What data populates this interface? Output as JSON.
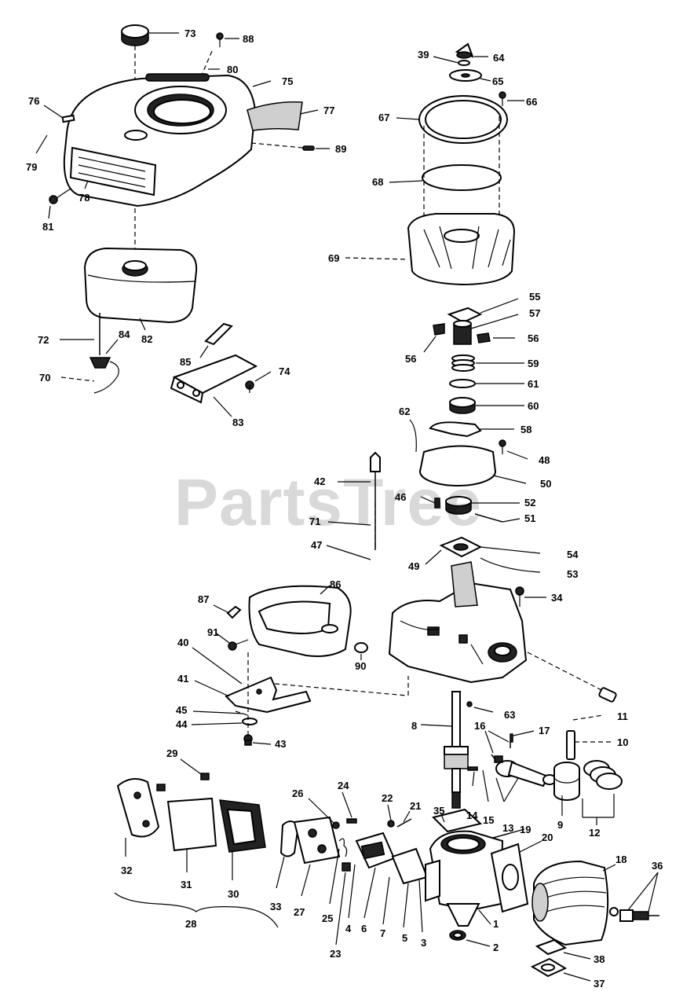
{
  "watermark": "PartsTree",
  "labels": {
    "l73": "73",
    "l88": "88",
    "l80": "80",
    "l75": "75",
    "l77": "77",
    "l76": "76",
    "l79": "79",
    "l78": "78",
    "l81": "81",
    "l89": "89",
    "l82": "82",
    "l72": "72",
    "l84": "84",
    "l70": "70",
    "l85": "85",
    "l74": "74",
    "l83": "83",
    "l39": "39",
    "l64": "64",
    "l65": "65",
    "l66": "66",
    "l67": "67",
    "l68": "68",
    "l69": "69",
    "l55": "55",
    "l57": "57",
    "l56a": "56",
    "l56b": "56",
    "l59": "59",
    "l61": "61",
    "l60": "60",
    "l62": "62",
    "l58": "58",
    "l48": "48",
    "l50": "50",
    "l42": "42",
    "l46": "46",
    "l52": "52",
    "l71": "71",
    "l51": "51",
    "l47": "47",
    "l49": "49",
    "l54": "54",
    "l53": "53",
    "l34": "34",
    "l86": "86",
    "l87": "87",
    "l91": "91",
    "l90": "90",
    "l40": "40",
    "l41": "41",
    "l45": "45",
    "l44": "44",
    "l43": "43",
    "l63": "63",
    "l8": "8",
    "l16": "16",
    "l17": "17",
    "l11": "11",
    "l10": "10",
    "l29": "29",
    "l32": "32",
    "l31": "31",
    "l30": "30",
    "l26": "26",
    "l24": "24",
    "l22": "22",
    "l21": "21",
    "l33": "33",
    "l27": "27",
    "l25": "25",
    "l23": "23",
    "l4": "4",
    "l6": "6",
    "l7": "7",
    "l5": "5",
    "l3": "3",
    "l35": "35",
    "l14": "14",
    "l15": "15",
    "l13": "13",
    "l19": "19",
    "l20": "20",
    "l9": "9",
    "l12": "12",
    "l18": "18",
    "l36": "36",
    "l1": "1",
    "l2": "2",
    "l38": "38",
    "l37": "37",
    "l28": "28"
  }
}
